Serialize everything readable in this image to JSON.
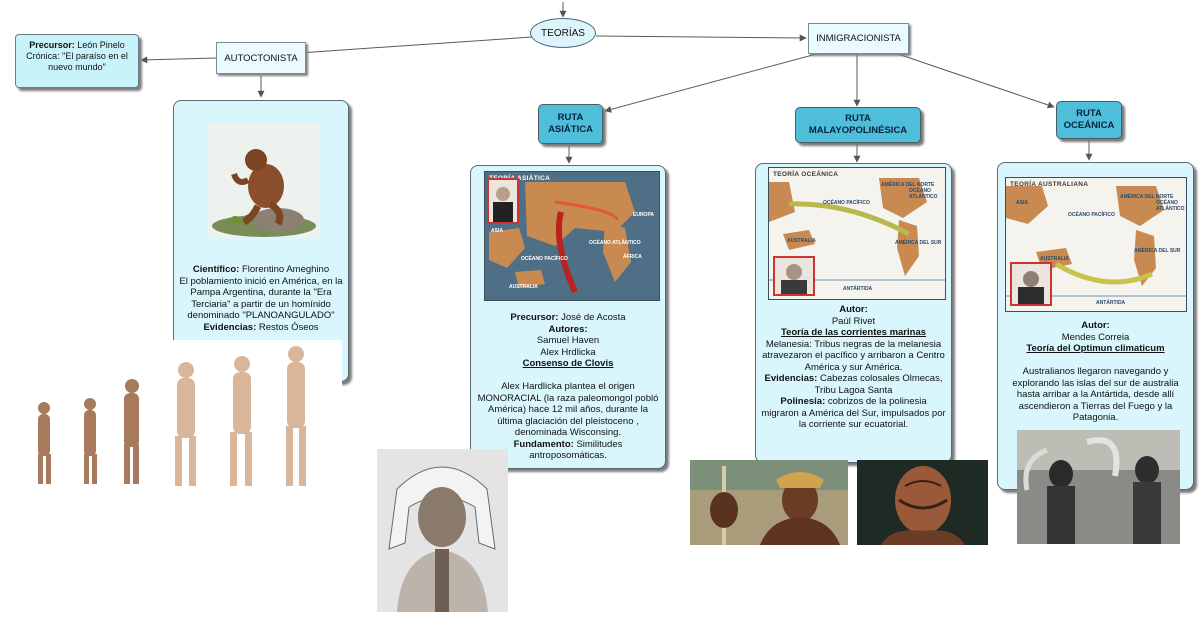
{
  "root": {
    "label": "TEORÍAS"
  },
  "autoctonista": {
    "label": "AUTOCTONISTA",
    "precursor": {
      "label": "Precursor:",
      "name": "León Pinelo",
      "detail": "Crónica: \"El paraíso en el nuevo mundo\""
    },
    "card": {
      "cientifico_label": "Científico:",
      "cientifico_name": "Florentino Ameghino",
      "text": "El poblamiento inició en América, en la Pampa Argentina, durante la \"Era Terciaria\" a partir de un homínido denominado \"PLANOANGULADO\"",
      "evidencias_label": "Evidencias:",
      "evidencias_text": "Restos Óseos"
    }
  },
  "inmigracionista": {
    "label": "INMIGRACIONISTA",
    "routes": [
      {
        "title_line1": "RUTA",
        "title_line2": "ASIÁTICA",
        "map_title": "TEORÍA ASIÁTICA",
        "map_labels": [
          "ASIA",
          "EUROPA",
          "OCÉANO PACÍFICO",
          "OCÉANO ATLÁNTICO",
          "ÁFRICA",
          "AUSTRALIA"
        ],
        "precursor_label": "Precursor:",
        "precursor_name": "José de Acosta",
        "autores_label": "Autores:",
        "autores": [
          "Samuel Haven",
          "Alex Hrdlicka"
        ],
        "theory": "Consenso de Clovis",
        "text": "Alex Hardlicka plantea el origen MONORACIAL (la raza paleomongol pobló América) hace 12 mil años, durante la última glaciación del pleistoceno , denominada Wisconsing.",
        "fundamento_label": "Fundamento:",
        "fundamento_text": "Similitudes antroposomáticas."
      },
      {
        "title_line1": "RUTA",
        "title_line2": "MALAYOPOLINÉSICA",
        "map_title": "TEORÍA OCEÁNICA",
        "map_labels": [
          "OCÉANO PACÍFICO",
          "AMÉRICA DEL NORTE",
          "OCÉANO ATLÁNTICO",
          "AUSTRALIA",
          "AMÉRICA DEL SUR",
          "ANTÁRTIDA"
        ],
        "autor_label": "Autor:",
        "autor_name": "Paúl Rivet",
        "theory": "Teoría de las corrientes marinas",
        "melanesia_label": "Melanesia:",
        "melanesia_text": "Tribus negras de la melanesia atravezaron el pacífico y arribaron a Centro América y sur América.",
        "evidencias_label": "Evidencias:",
        "evidencias_text": "Cabezas colosales Olmecas, Tribu Lagoa Santa",
        "polinesia_label": "Polinesia:",
        "polinesia_text": "cobrizos de la polinesia migraron a América del Sur, impulsados por la corriente sur ecuatorial."
      },
      {
        "title_line1": "RUTA",
        "title_line2": "OCEÁNICA",
        "map_title": "TEORÍA AUSTRALIANA",
        "map_labels": [
          "ASIA",
          "OCÉANO PACÍFICO",
          "AMÉRICA DEL NORTE",
          "OCÉANO ATLÁNTICO",
          "AUSTRALIA",
          "AMÉRICA DEL SUR",
          "ANTÁRTIDA"
        ],
        "autor_label": "Autor:",
        "autor_name": "Mendes Correia",
        "theory": "Teoría del Optimun climaticum",
        "text": "Australianos llegaron navegando y explorando las islas del sur de australia hasta arribar a la Antártida, desde allí ascendieron a Tierras del Fuego y la Patagonia."
      }
    ]
  }
}
